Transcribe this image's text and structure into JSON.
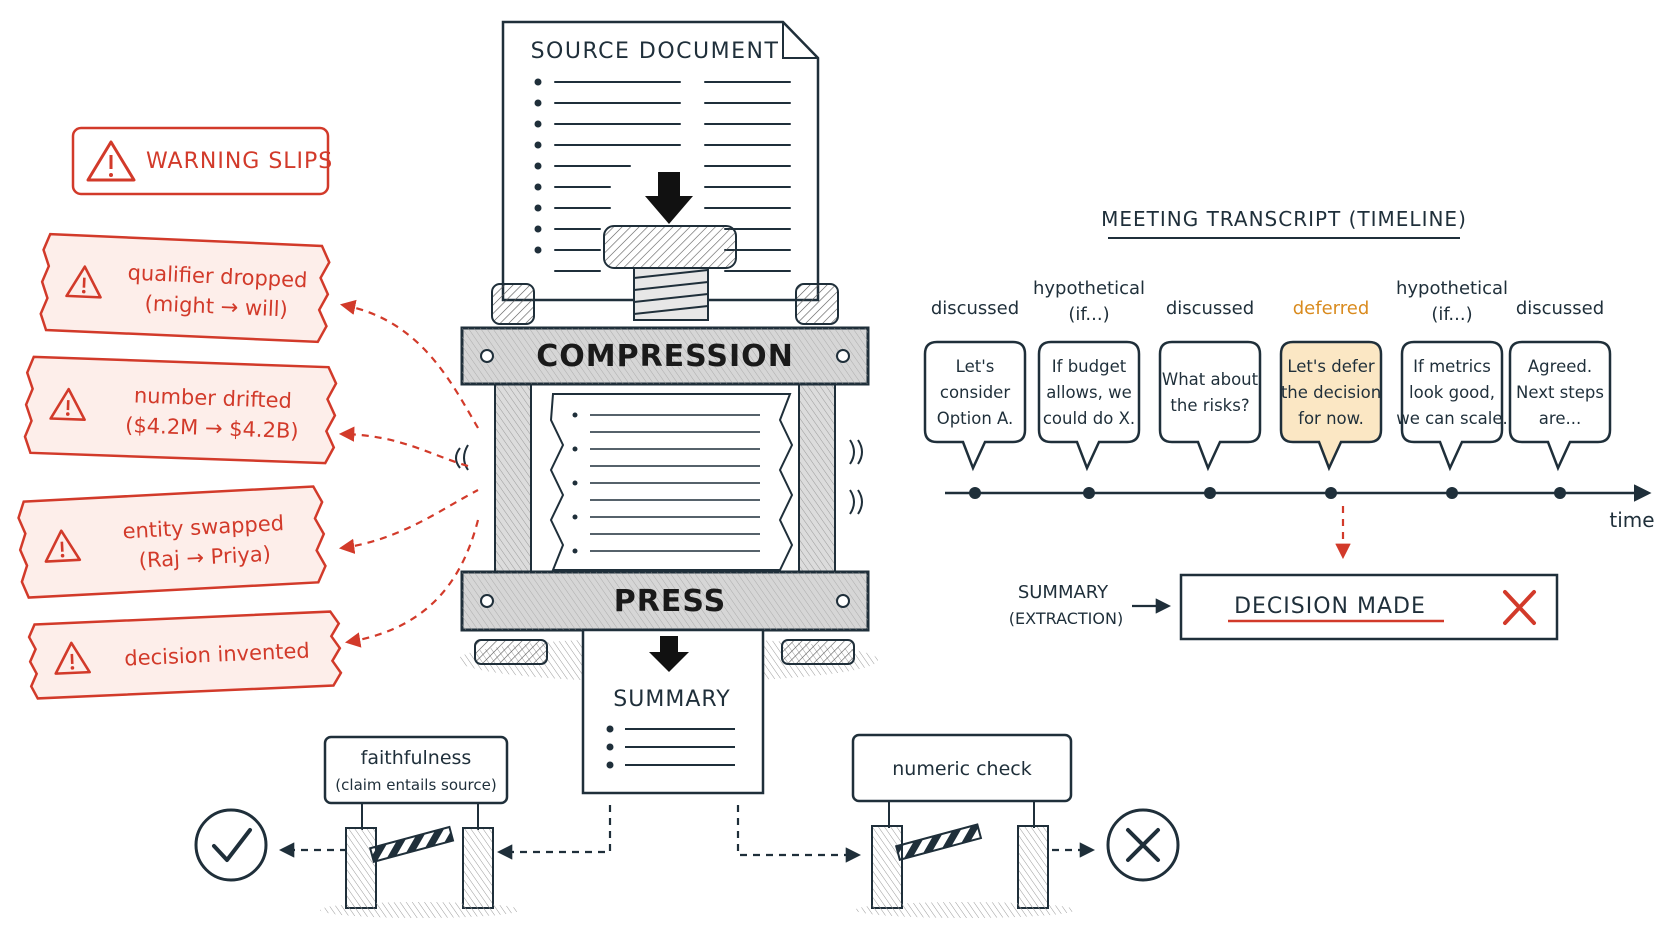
{
  "colors": {
    "ink": "#1f2f3a",
    "warning_red": "#d23a2a",
    "slip_fill": "#fdeeea",
    "deferred_orange": "#d98b1f",
    "deferred_fill": "#fbe7c4",
    "paper": "#ffffff",
    "metal": "#8a8f94"
  },
  "source_document": {
    "title": "SOURCE DOCUMENT"
  },
  "press": {
    "top_label": "COMPRESSION",
    "bottom_label": "PRESS"
  },
  "summary_doc": {
    "title": "SUMMARY"
  },
  "warning": {
    "header": "WARNING SLIPS",
    "icon": "warning-triangle-icon",
    "slips": [
      {
        "line1": "qualifier dropped",
        "line2": "(might → will)"
      },
      {
        "line1": "number drifted",
        "line2": "($4.2M → $4.2B)"
      },
      {
        "line1": "entity swapped",
        "line2": "(Raj → Priya)"
      },
      {
        "line1": "decision invented",
        "line2": ""
      }
    ]
  },
  "transcript": {
    "title": "MEETING TRANSCRIPT (TIMELINE)",
    "axis_label": "time",
    "events": [
      {
        "tag": "discussed",
        "tag2": "",
        "lines": [
          "Let's",
          "consider",
          "Option A."
        ],
        "deferred": false
      },
      {
        "tag": "hypothetical",
        "tag2": "(if...)",
        "lines": [
          "If budget",
          "allows, we",
          "could do X."
        ],
        "deferred": false
      },
      {
        "tag": "discussed",
        "tag2": "",
        "lines": [
          "What about",
          "the risks?"
        ],
        "deferred": false
      },
      {
        "tag": "deferred",
        "tag2": "",
        "lines": [
          "Let's defer",
          "the decision",
          "for now."
        ],
        "deferred": true
      },
      {
        "tag": "hypothetical",
        "tag2": "(if...)",
        "lines": [
          "If metrics",
          "look good,",
          "we can scale."
        ],
        "deferred": false
      },
      {
        "tag": "discussed",
        "tag2": "",
        "lines": [
          "Agreed.",
          "Next steps",
          "are..."
        ],
        "deferred": false
      }
    ],
    "summary_label": "SUMMARY",
    "summary_sublabel": "(EXTRACTION)",
    "decision_text": "DECISION MADE",
    "decision_mark": "✗"
  },
  "gates": {
    "faithfulness": {
      "line1": "faithfulness",
      "line2": "(claim entails source)",
      "result": "pass",
      "result_icon": "check-circle-icon"
    },
    "numeric": {
      "line1": "numeric check",
      "result": "fail",
      "result_icon": "x-circle-icon"
    }
  }
}
